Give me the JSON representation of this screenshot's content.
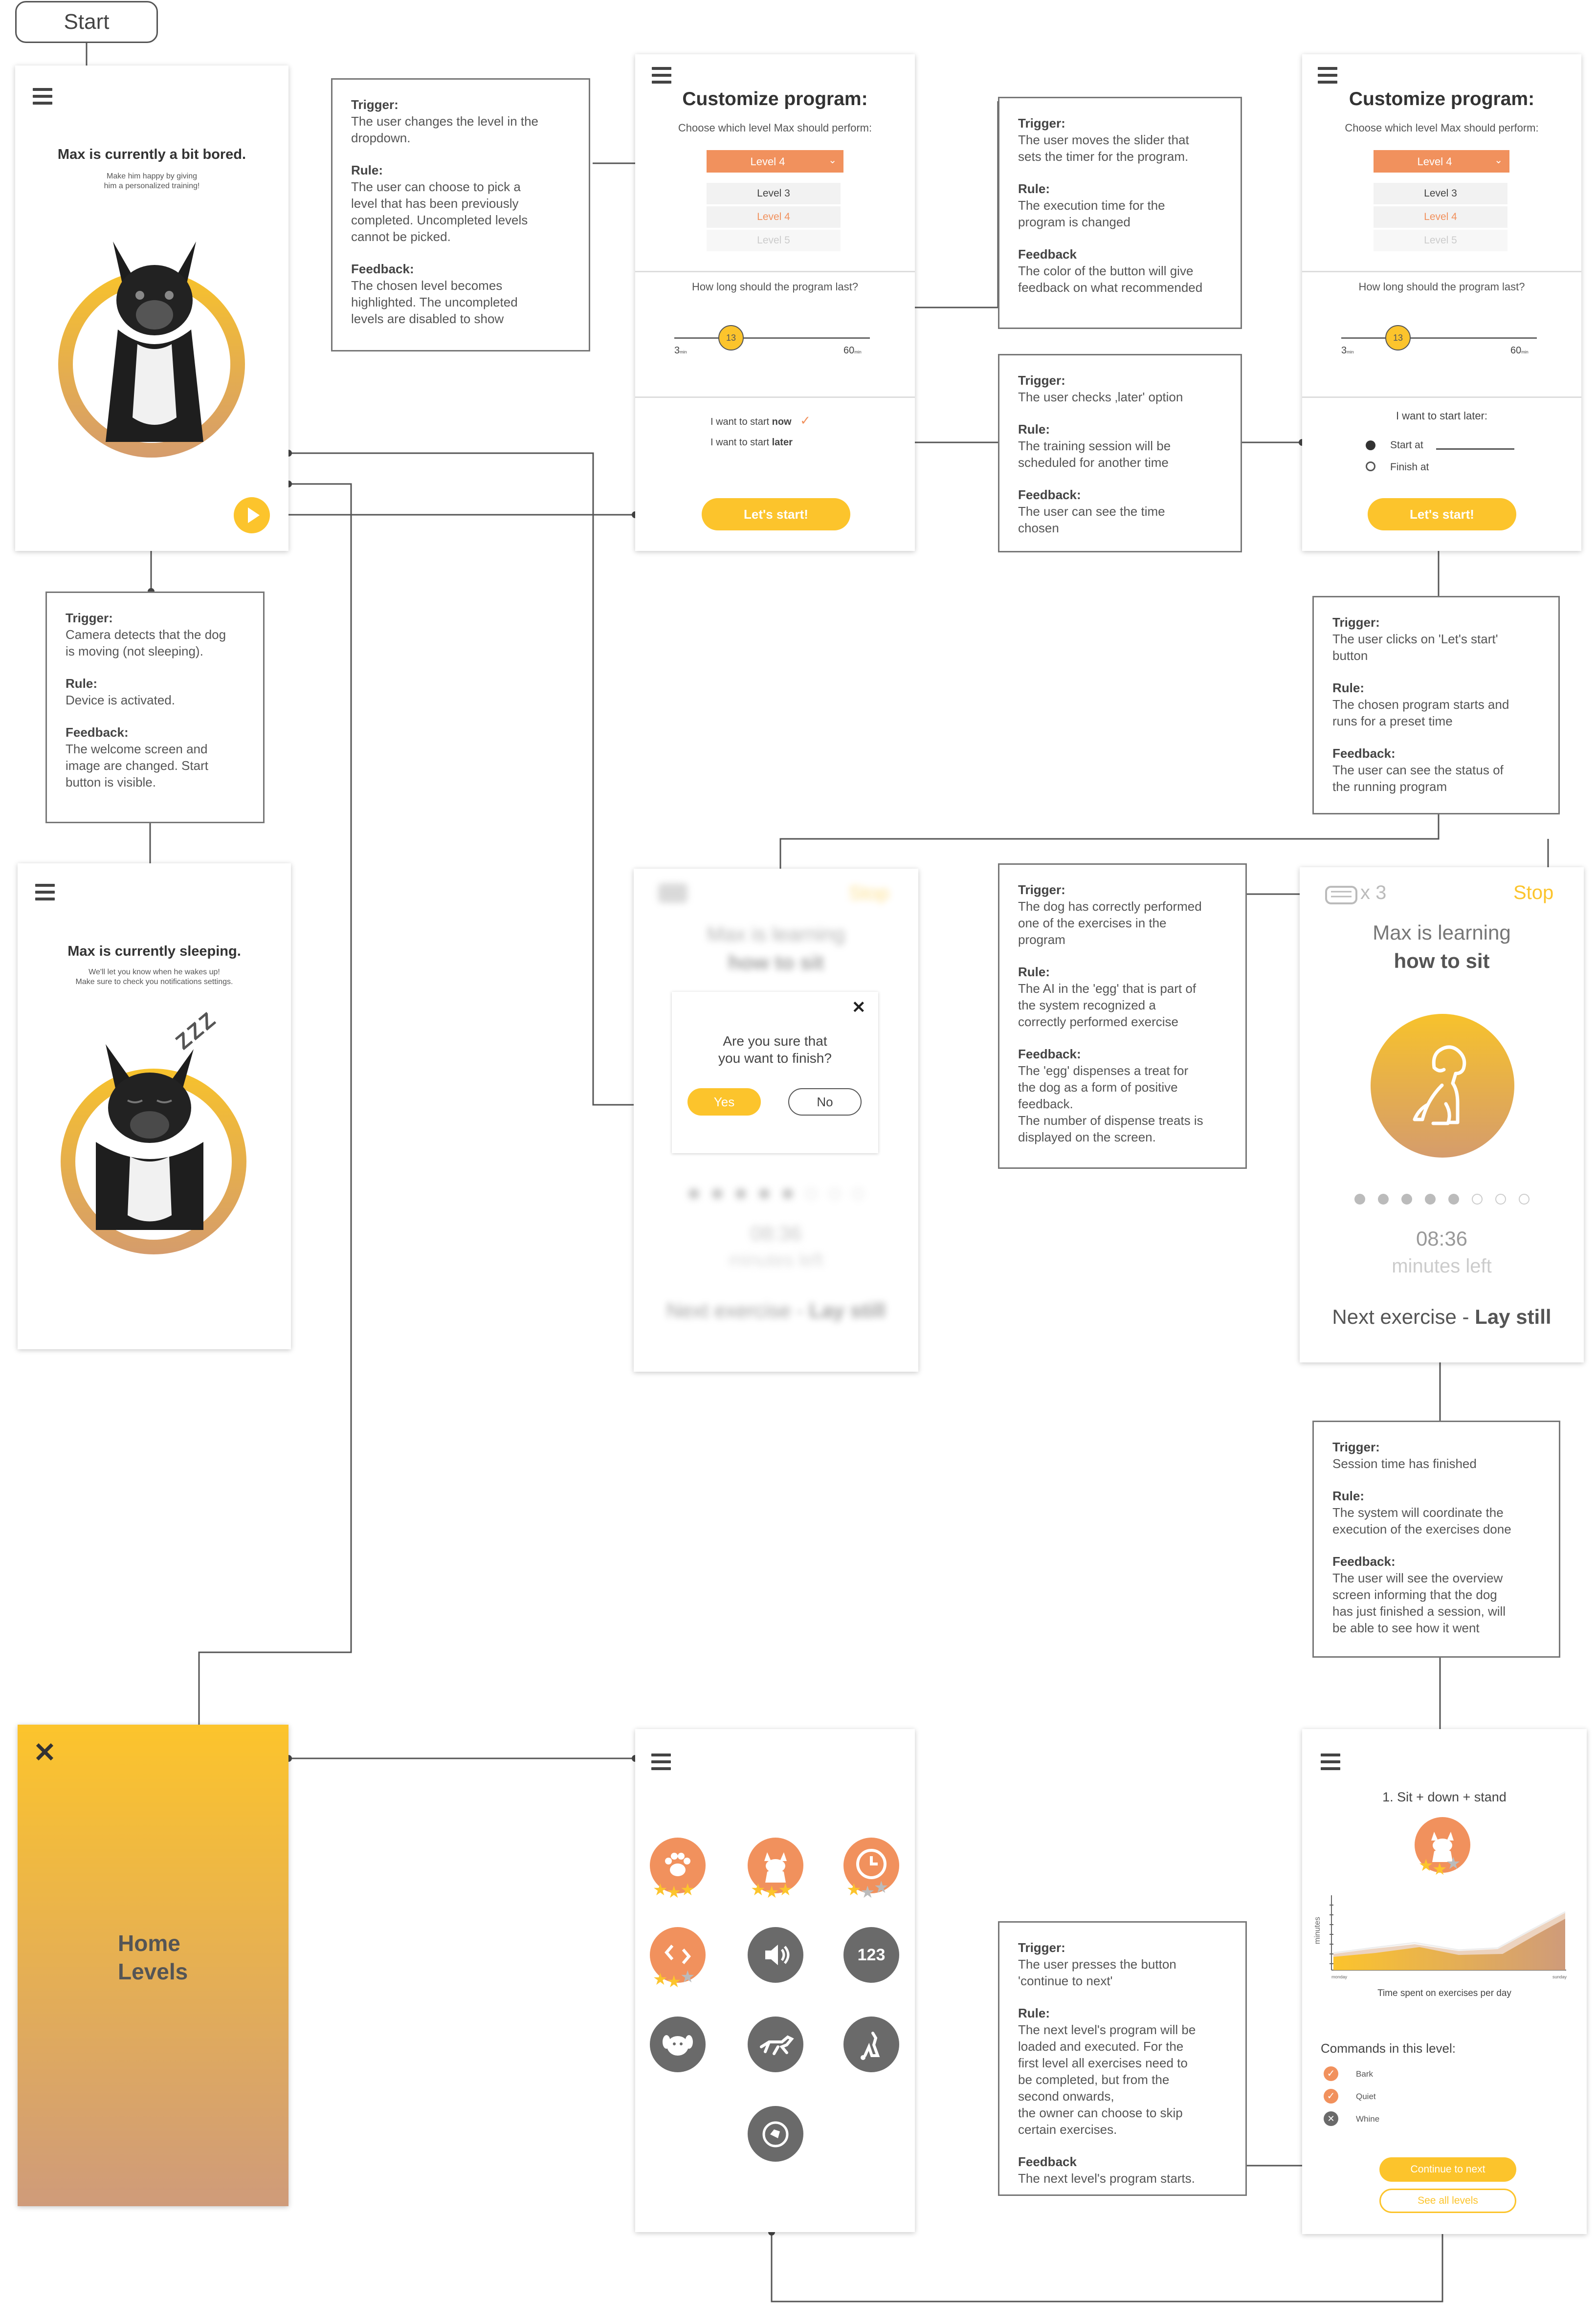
{
  "start_label": "Start",
  "bored_screen": {
    "title": "Max is currently a bit bored.",
    "subtitle_line1": "Make him happy by giving",
    "subtitle_line2": "him a personalized training!"
  },
  "sleeping_screen": {
    "title": "Max is currently sleeping.",
    "subtitle_line1": "We'll let you know when he wakes up!",
    "subtitle_line2": "Make sure to check you notifications settings.",
    "zzz": "Z Z Z"
  },
  "customize_a": {
    "title": "Customize program:",
    "question": "Choose which level Max should perform:",
    "selected": "Level 4",
    "options": [
      "Level 3",
      "Level 4",
      "Level 5"
    ],
    "duration_question": "How long should the program last?",
    "slider_value": "13",
    "slider_min": "3",
    "slider_max": "60",
    "slider_unit": "min",
    "start_now_prefix": "I want to start ",
    "start_now_bold": "now",
    "check": "✓",
    "start_later_prefix": "I want to start ",
    "start_later_bold": "later",
    "button": "Let's start!"
  },
  "customize_b": {
    "title": "Customize program:",
    "question": "Choose which level Max should perform:",
    "selected": "Level 4",
    "options": [
      "Level 3",
      "Level 4",
      "Level 5"
    ],
    "duration_question": "How long should the program last?",
    "slider_value": "13",
    "slider_min": "3",
    "slider_max": "60",
    "slider_unit": "min",
    "later_title": "I want to start later:",
    "start_at": "Start at",
    "finish_at": "Finish at",
    "button": "Let's start!"
  },
  "notes": {
    "dropdown": {
      "trigger_h": "Trigger:",
      "trigger": "The user changes the level in the\ndropdown.",
      "rule_h": "Rule:",
      "rule": "The user can choose to pick a\nlevel that has been previously\ncompleted.  Uncompleted levels\ncannot be picked.",
      "feedback_h": "Feedback:",
      "feedback": "The chosen level becomes\nhighlighted. The uncompleted\nlevels are disabled to show"
    },
    "slider": {
      "trigger_h": "Trigger:",
      "trigger": "The user moves the slider that\nsets the timer for the program.",
      "rule_h": "Rule:",
      "rule": "The execution time for the\nprogram is changed",
      "feedback_h": "Feedback",
      "feedback": "The color of the button will give\nfeedback on what recommended"
    },
    "later": {
      "trigger_h": "Trigger:",
      "trigger": "The user checks ‚later' option",
      "rule_h": "Rule:",
      "rule": "The training session will be\nscheduled for another time",
      "feedback_h": "Feedback:",
      "feedback": "The user can see the time\nchosen"
    },
    "camera": {
      "trigger_h": "Trigger:",
      "trigger": "Camera detects that the dog\nis moving (not sleeping).",
      "rule_h": "Rule:",
      "rule": "Device is activated.",
      "feedback_h": "Feedback:",
      "feedback": "The welcome screen and\nimage are changed. Start\nbutton is visible."
    },
    "lets_start": {
      "trigger_h": "Trigger:",
      "trigger": "The user clicks on 'Let's start'\nbutton",
      "rule_h": "Rule:",
      "rule": "The chosen program starts and\nruns for a preset time",
      "feedback_h": "Feedback:",
      "feedback": "The user can see the status of\nthe running program"
    },
    "exercise": {
      "trigger_h": "Trigger:",
      "trigger": "The dog has correctly performed\none of the exercises in the\nprogram",
      "rule_h": "Rule:",
      "rule": "The AI in the 'egg' that is part of\nthe system recognized a\ncorrectly performed exercise",
      "feedback_h": "Feedback:",
      "feedback": "The 'egg' dispenses a treat for\nthe dog as a form of positive\nfeedback.\nThe number of dispense treats is\ndisplayed on the screen."
    },
    "session": {
      "trigger_h": "Trigger:",
      "trigger": "Session time has finished",
      "rule_h": "Rule:",
      "rule": "The system will coordinate the\nexecution of the exercises done",
      "feedback_h": "Feedback:",
      "feedback": "The user will see the overview\nscreen informing that the dog\nhas just finished a session, will\nbe able to see how it went"
    },
    "continue": {
      "trigger_h": "Trigger:",
      "trigger": "The user presses the button\n'continue to next'",
      "rule_h": "Rule:",
      "rule": "The next level's program will be\nloaded and executed. For the\nfirst level all exercises need to\nbe completed, but from the\nsecond onwards,\nthe owner can choose to skip\ncertain exercises.",
      "feedback_h": "Feedback",
      "feedback": "The next level's program starts."
    }
  },
  "blurred_screen": {
    "stop": "Stop",
    "learning_line1": "Max is learning",
    "learning_line2": "how to sit",
    "time": "08:36",
    "time_unit": "minutes left",
    "next_prefix": "Next exercise - ",
    "next_bold": "Lay still",
    "dialog_text_line1": "Are you sure that",
    "dialog_text_line2": "you want to finish?",
    "close": "✕",
    "yes": "Yes",
    "no": "No"
  },
  "learning_screen": {
    "treat_count": "x 3",
    "stop": "Stop",
    "learning_line1": "Max is learning",
    "learning_line2": "how to sit",
    "dots_filled": 5,
    "dots_total": 8,
    "time": "08:36",
    "time_unit": "minutes left",
    "next_prefix": "Next exercise - ",
    "next_bold": "Lay still"
  },
  "home_menu": {
    "close": "✕",
    "home": "Home",
    "levels": "Levels"
  },
  "levels_screen": {
    "icons": [
      "paw-icon",
      "cat-icon",
      "clock-icon",
      "arrows-icon",
      "volume-icon",
      "numbers-icon",
      "dog-face-icon",
      "running-dog-icon",
      "fetch-icon",
      "trophy-dog-icon"
    ]
  },
  "summary_screen": {
    "title": "1. Sit + down + stand",
    "y_label": "minutes",
    "x_first": "monday",
    "x_last": "sunday",
    "chart_caption": "Time spent on exercises per day",
    "commands_title": "Commands in this level:",
    "commands": [
      "Bark",
      "Quiet",
      "Whine"
    ],
    "continue": "Continue to next",
    "see_all": "See all levels"
  },
  "colors": {
    "accent_yellow": "#fcc42c",
    "accent_orange": "#f1915d",
    "gradient_end": "#d59c6c",
    "icon_gray": "#6a6a6a"
  }
}
